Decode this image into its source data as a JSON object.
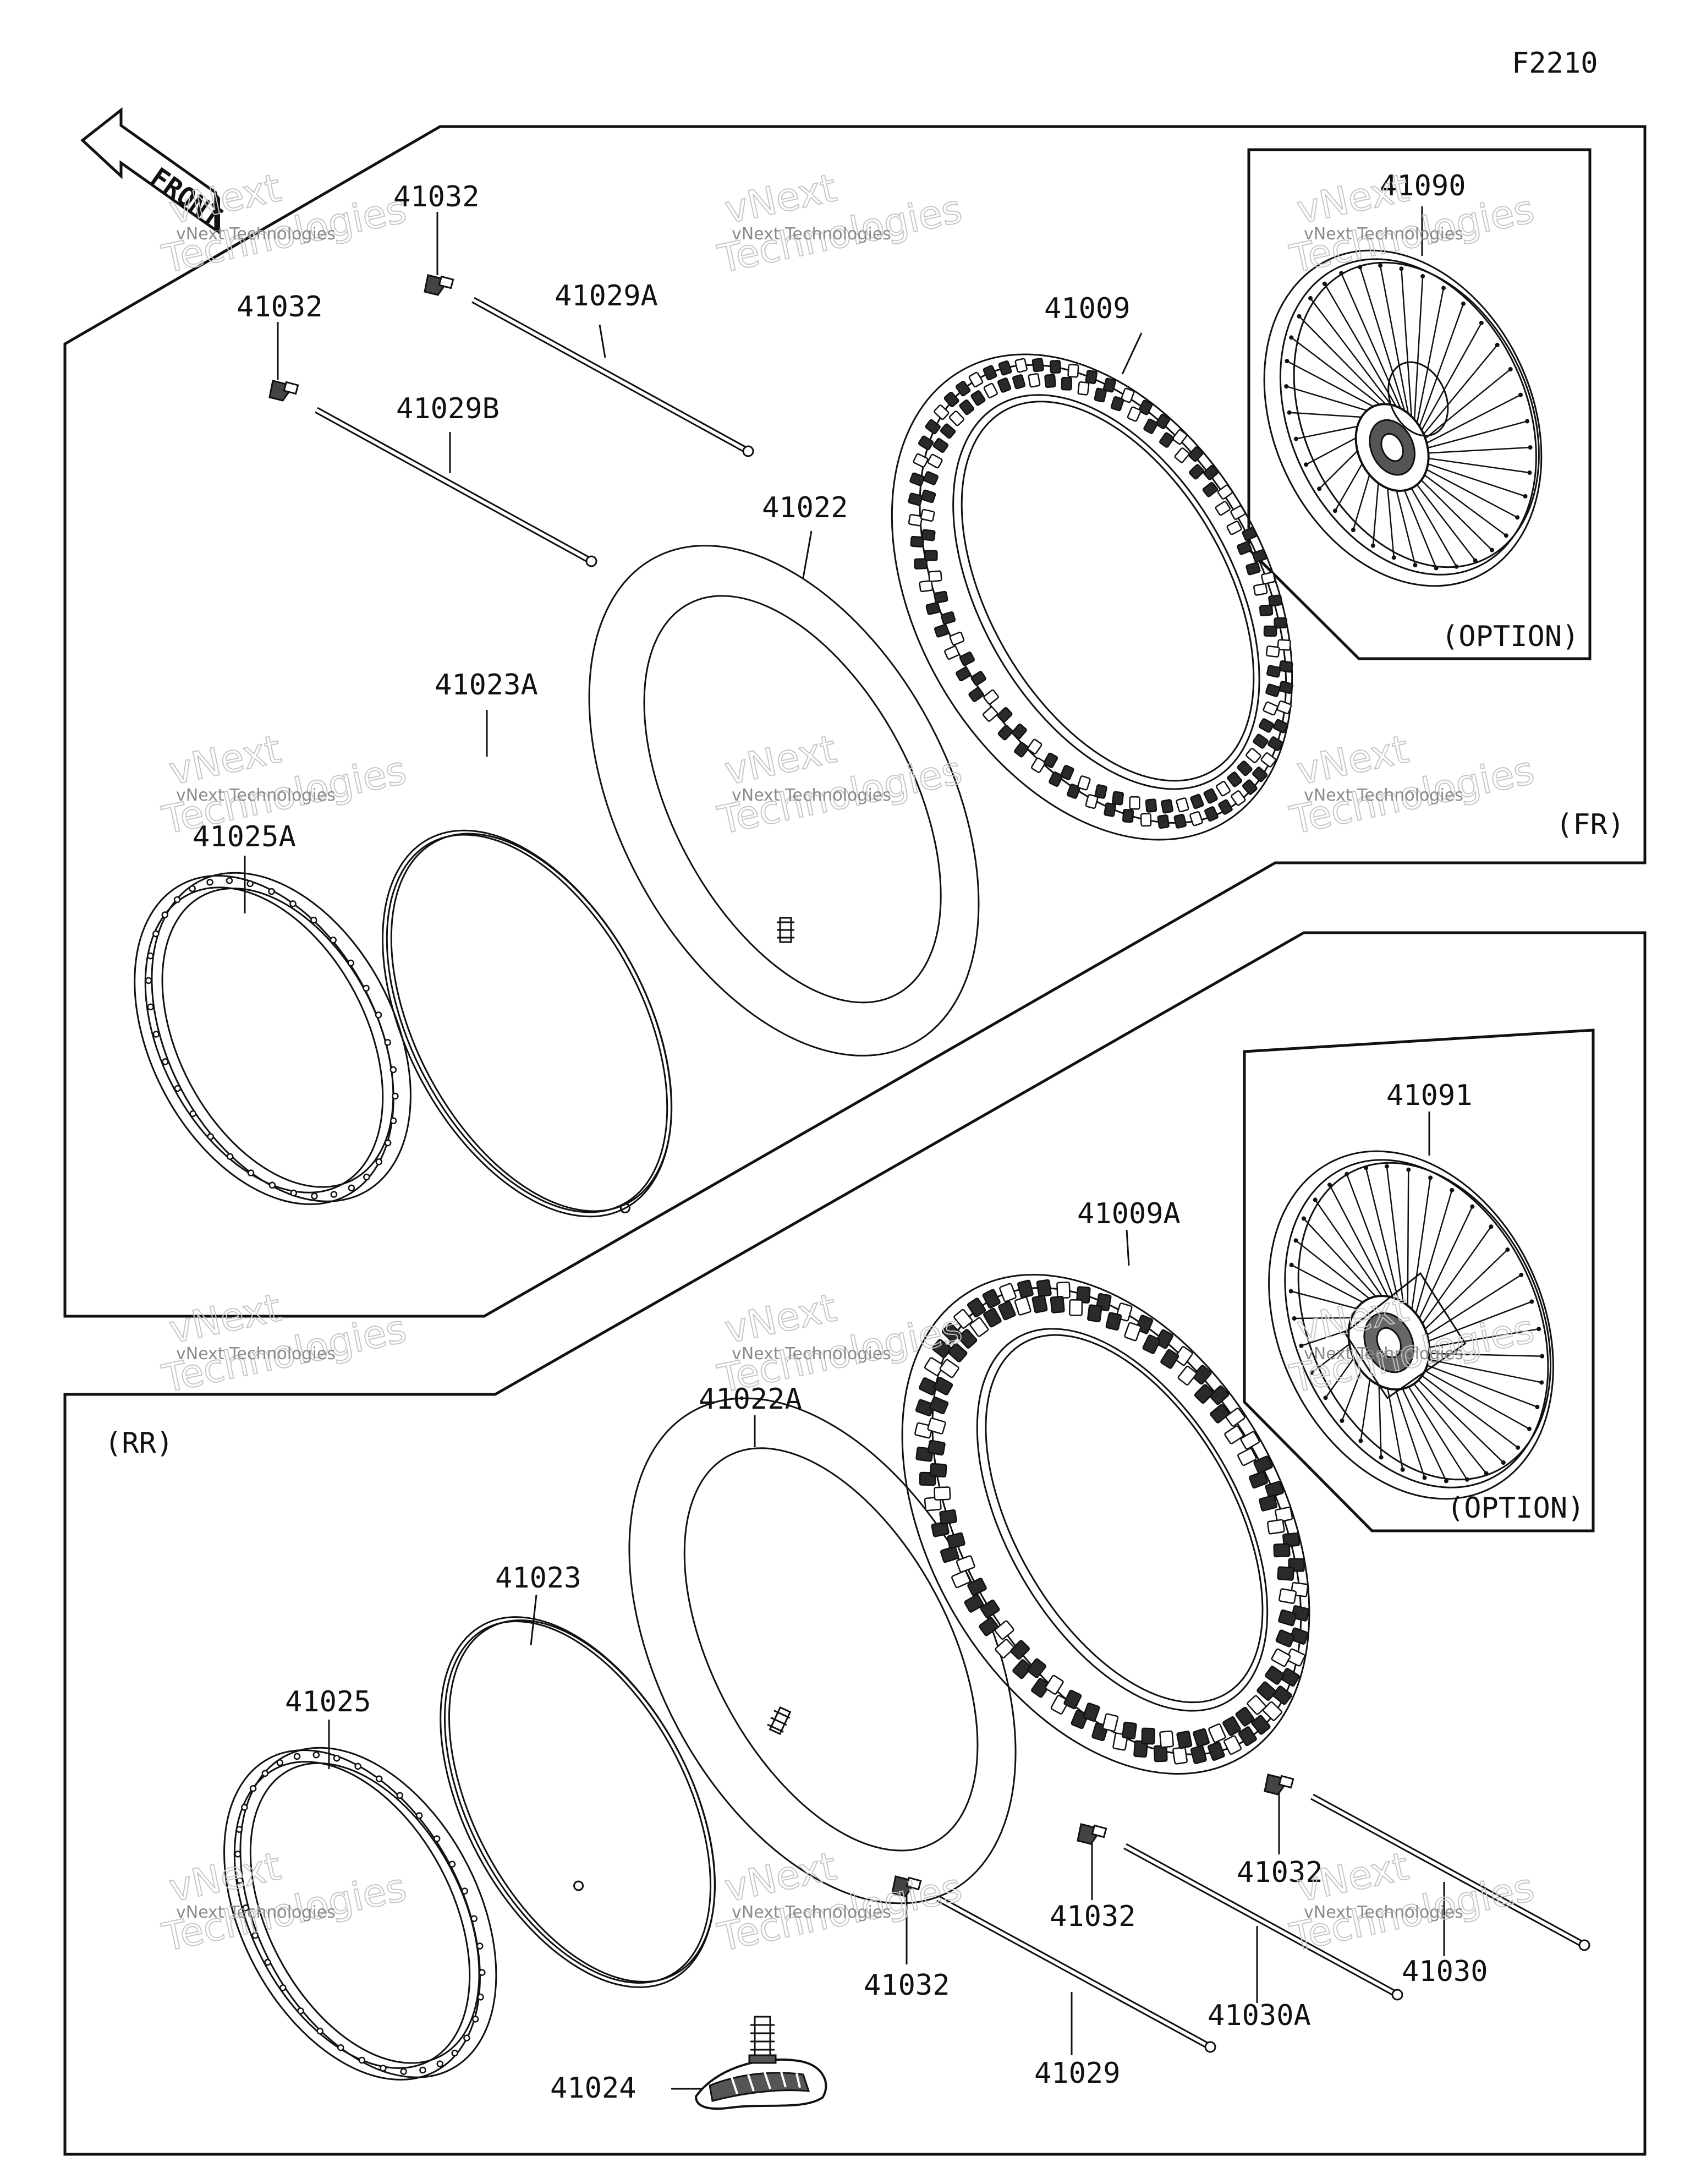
{
  "figure_code": "F2210",
  "front_arrow_label": "FRONT",
  "section_labels": {
    "front": "(FR)",
    "rear": "(RR)"
  },
  "option_label": "(OPTION)",
  "parts": {
    "spoke_nipple_a": "41032",
    "spoke_nipple_b": "41032",
    "spoke_41029a": "41029A",
    "spoke_41029b": "41029B",
    "tire_front": "41009",
    "tube_front": "41022",
    "rim_band_front": "41023A",
    "rim_front": "41025A",
    "wheel_front_option": "41090",
    "wheel_rear_option": "41091",
    "tire_rear": "41009A",
    "tube_rear": "41022A",
    "rim_band_rear": "41023",
    "rim_rear": "41025",
    "rim_lock": "41024",
    "rear_nipple_1": "41032",
    "rear_nipple_2": "41032",
    "rear_nipple_3": "41032",
    "spoke_41030": "41030",
    "spoke_41030a": "41030A",
    "spoke_41029": "41029"
  },
  "watermark": {
    "line1": "vNext",
    "line2": "vNext Technologies",
    "line3": "Technologies"
  }
}
